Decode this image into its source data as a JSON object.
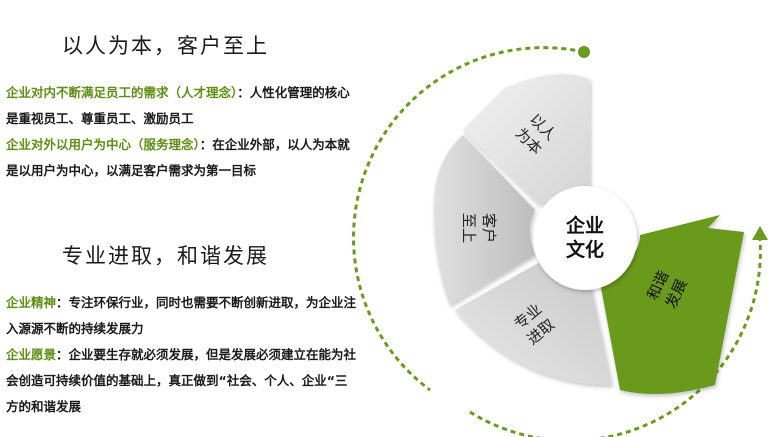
{
  "section1": {
    "heading": "以人为本，客户至上",
    "p1_label": "企业对内不断满足员工的需求（人才理念）",
    "p1_text": "：人性化管理的核心是重视员工、尊重员工、激励员工",
    "p2_label": "企业对外以用户为中心（服务理念）",
    "p2_text": "：在企业外部，以人为本就是以用户为中心，以满足客户需求为第一目标"
  },
  "section2": {
    "heading": "专业进取，和谐发展",
    "p1_label": "企业精神",
    "p1_text": "：专注环保行业，同时也需要不断创新进取，为企业注入源源不断的持续发展力",
    "p2_label": "企业愿景",
    "p2_text": "：企业要生存就必须发展，但是发展必须建立在能为社会创造可持续价值的基础上，真正做到“社会、个人、企业“三方的和谐发展"
  },
  "diagram": {
    "center_line1": "企业",
    "center_line2": "文化",
    "segments": [
      {
        "line1": "以人",
        "line2": "为本"
      },
      {
        "line1": "客户",
        "line2": "至上"
      },
      {
        "line1": "专业",
        "line2": "进取"
      },
      {
        "line1": "和谐",
        "line2": "发展"
      }
    ],
    "colors": {
      "green": "#6a9a1f",
      "grey_light": "#e6e6e6",
      "grey_mid": "#cccccc",
      "grey_dark": "#d9d9d9"
    }
  }
}
